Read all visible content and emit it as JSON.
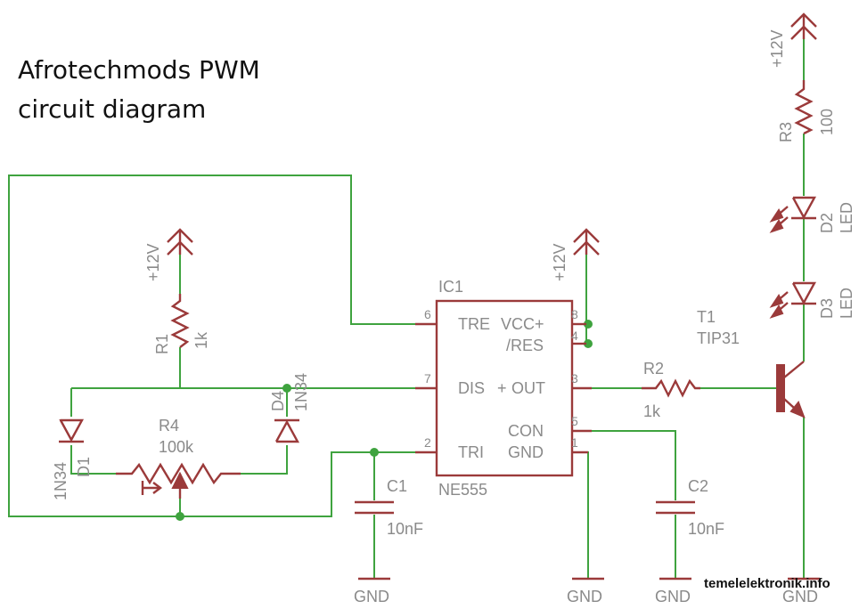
{
  "title_line1": "Afrotechmods PWM",
  "title_line2": "circuit diagram",
  "watermark": "temelelektronik.info",
  "supply": "+12V",
  "gnd": "GND",
  "ic": {
    "ref": "IC1",
    "part": "NE555",
    "pins": {
      "tre": "TRE",
      "vcc": "VCC+",
      "res": "/RES",
      "dis": "DIS",
      "out": "OUT",
      "con": "CON",
      "tri": "TRI",
      "gnd": "GND",
      "n1": "1",
      "n2": "2",
      "n3": "3",
      "n4": "4",
      "n5": "5",
      "n6": "6",
      "n7": "7",
      "n8": "8"
    }
  },
  "r1": {
    "ref": "R1",
    "value": "1k"
  },
  "r2": {
    "ref": "R2",
    "value": "1k"
  },
  "r3": {
    "ref": "R3",
    "value": "100"
  },
  "r4": {
    "ref": "R4",
    "value": "100k"
  },
  "c1": {
    "ref": "C1",
    "value": "10nF"
  },
  "c2": {
    "ref": "C2",
    "value": "10nF"
  },
  "d1": {
    "ref": "D1",
    "value": "1N34"
  },
  "d4": {
    "ref": "D4",
    "value": "1N34"
  },
  "d2": {
    "ref": "D2",
    "value": "LED"
  },
  "d3": {
    "ref": "D3",
    "value": "LED"
  },
  "t1": {
    "ref": "T1",
    "value": "TIP31"
  },
  "colors": {
    "wire": "#3fa33f",
    "component": "#9b3a3a",
    "label": "#8a8a8a"
  }
}
